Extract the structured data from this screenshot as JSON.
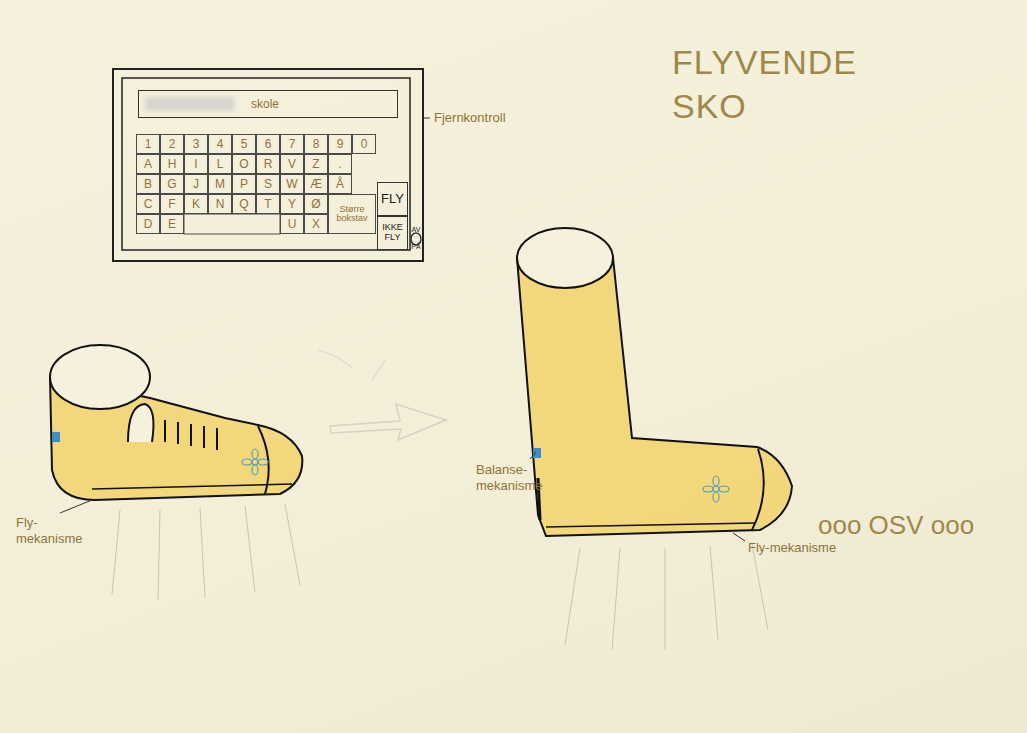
{
  "diagram": {
    "title": "FLYVENDE SKO",
    "nodes": [
      {
        "text": [
          "Fjernkontroll"
        ]
      },
      {
        "text": [
          "skole"
        ],
        "in": 0
      },
      {
        "text": [
          "FLY"
        ],
        "in": 0
      },
      {
        "text": [
          "IKKE FLY"
        ],
        "in": 0
      },
      {
        "text": [
          "AV PÅ"
        ],
        "in": 0
      }
    ],
    "labels": [
      "1",
      "2",
      "3",
      "4",
      "5",
      "6",
      "7",
      "8",
      "9",
      "0",
      "A",
      "H",
      "I",
      "L",
      "O",
      "R",
      "V",
      "Z",
      ".",
      "B",
      "G",
      "J",
      "M",
      "P",
      "S",
      "W",
      "Æ",
      "Å",
      "C",
      "F",
      "K",
      "N",
      "Q",
      "T",
      "Y",
      "Ø",
      "D",
      "E",
      "U",
      "X",
      "Større bokstav",
      "Fly-mekanisme",
      "Balanse-mekanisme",
      "Fly-mekanisme",
      "ooo OSV ooo"
    ]
  }
}
